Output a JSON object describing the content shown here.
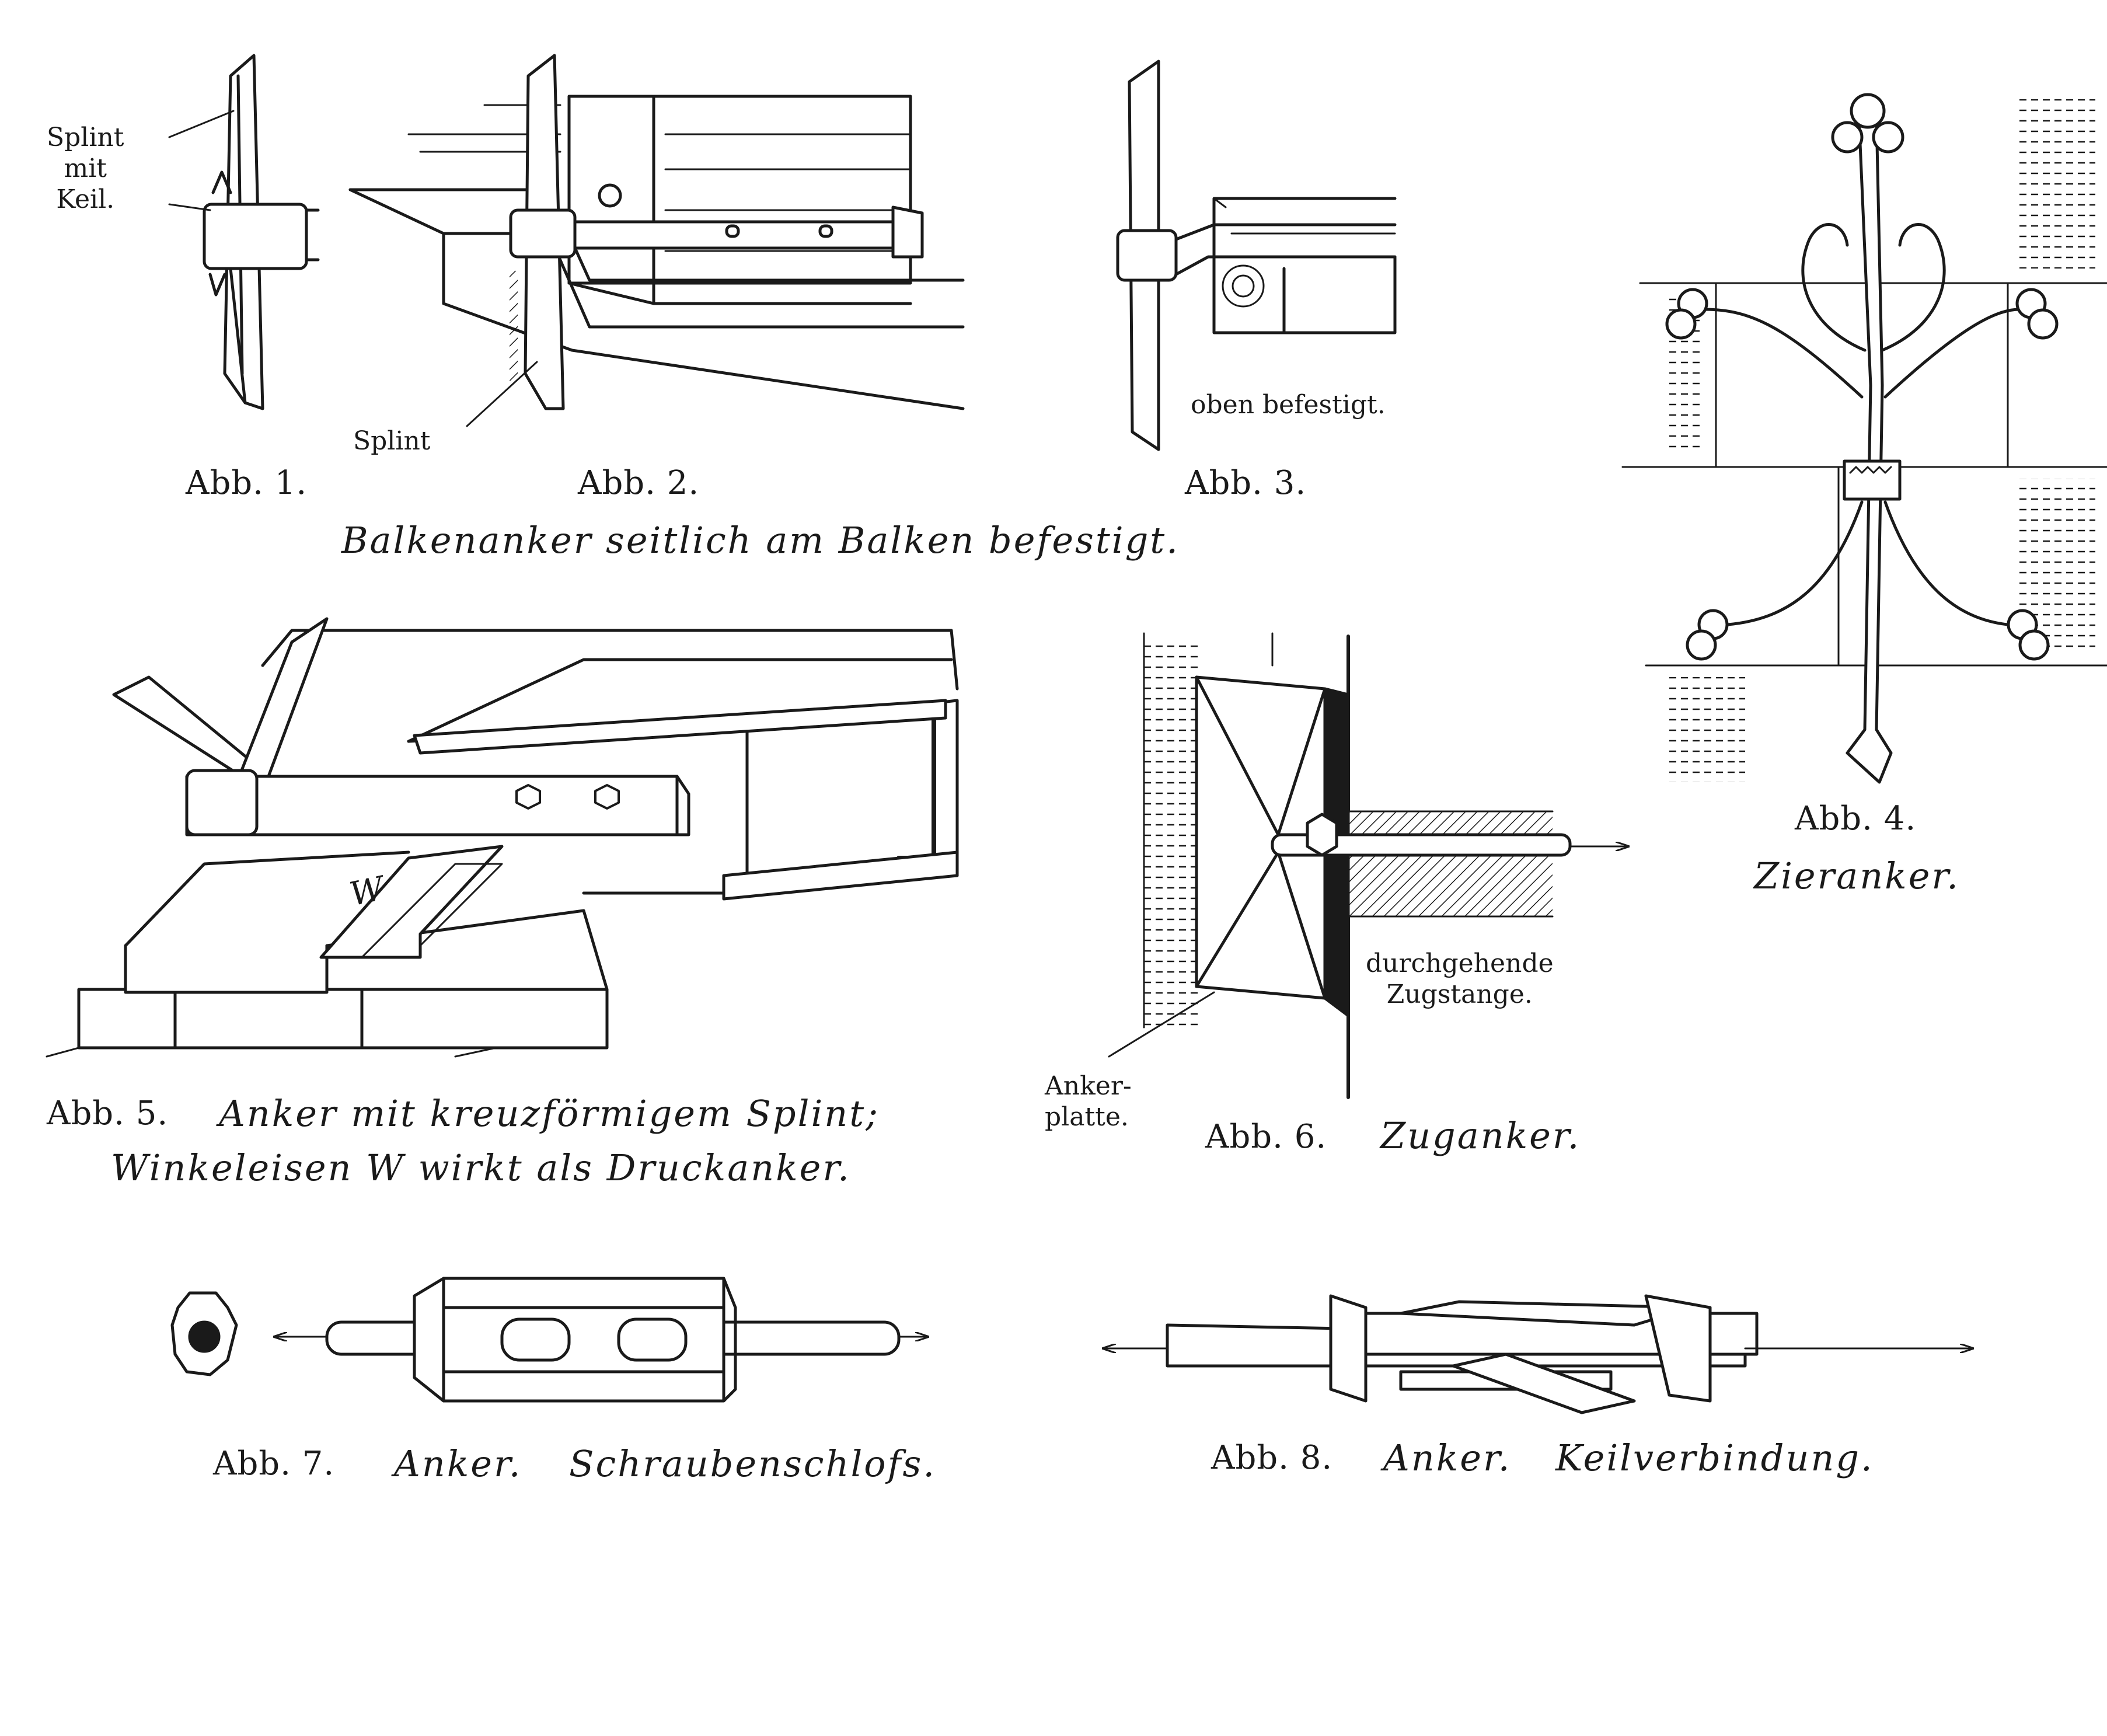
{
  "figures": {
    "fig1": {
      "label": "Abb. 1.",
      "note_lines": [
        "Splint",
        "mit",
        "Keil."
      ]
    },
    "fig2": {
      "label": "Abb. 2.",
      "note": "Splint"
    },
    "fig3": {
      "label": "Abb. 3.",
      "note": "oben befestigt."
    },
    "group_caption": "Balkenanker seitlich am Balken befestigt.",
    "fig4": {
      "label": "Abb. 4.",
      "caption": "Zieranker."
    },
    "fig5": {
      "label": "Abb. 5.",
      "caption_line1": "Anker mit kreuzförmigem Splint;",
      "caption_line2": "Winkeleisen W wirkt als Druckanker.",
      "mark": "W"
    },
    "fig6": {
      "label": "Abb. 6.",
      "caption": "Zuganker.",
      "note_rod_lines": [
        "durchgehende",
        "Zugstange."
      ],
      "note_plate_lines": [
        "Anker-",
        "platte."
      ]
    },
    "fig7": {
      "label": "Abb. 7.",
      "caption1": "Anker.",
      "caption2": "Schraubenschlofs."
    },
    "fig8": {
      "label": "Abb. 8.",
      "caption1": "Anker.",
      "caption2": "Keilverbindung."
    }
  },
  "colors": {
    "ink": "#1a1a1a",
    "paper": "#ffffff"
  }
}
